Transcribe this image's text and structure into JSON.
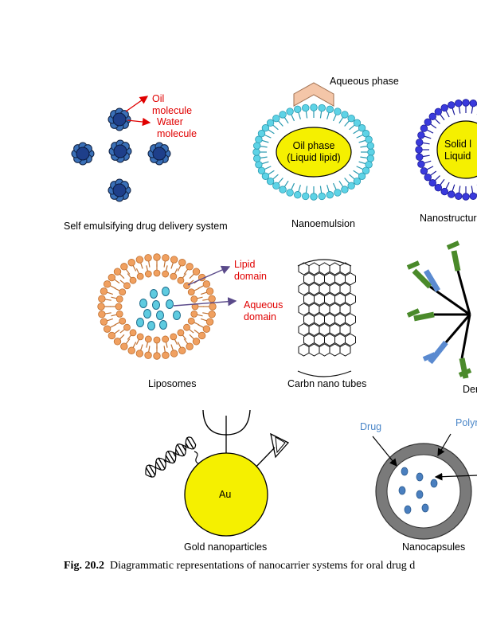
{
  "figure": {
    "number": "Fig. 20.2",
    "caption": "Diagrammatic representations of nanocarrier systems for oral drug d"
  },
  "panels": {
    "sedds": {
      "label": "Self emulsifying drug delivery system",
      "oil_label": "Oil\nmolecule",
      "water_label": "Water\nmolecule"
    },
    "nanoemulsion": {
      "label": "Nanoemulsion",
      "aqueous_label": "Aqueous phase",
      "core_label": "Oil phase\n(Liquid lipid)"
    },
    "nlc": {
      "label": "Nanostructur",
      "core_label": "Solid l\nLiquid"
    },
    "liposomes": {
      "label": "Liposomes",
      "lipid_label": "Lipid\ndomain",
      "aqueous_label": "Aqueous\ndomain"
    },
    "cnt": {
      "label": "Carbn nano tubes"
    },
    "dendrimer": {
      "label": "Der"
    },
    "gold": {
      "label": "Gold nanoparticles",
      "core_label": "Au"
    },
    "nanocapsules": {
      "label": "Nanocapsules",
      "drug_label": "Drug",
      "polymer_label": "Polyn"
    }
  },
  "colors": {
    "red_label": "#e00000",
    "blue_label": "#4a86c8",
    "oil_yellow": "#f5f000",
    "lipid_cyan": "#5ed3e6",
    "liposome_orange": "#f0a060",
    "nlc_blue": "#3a3adc",
    "dendrimer_green": "#4a8a2a",
    "dendrimer_blue": "#5a8ad0",
    "capsule_gray": "#777777",
    "drug_dot": "#4a7fbf"
  }
}
